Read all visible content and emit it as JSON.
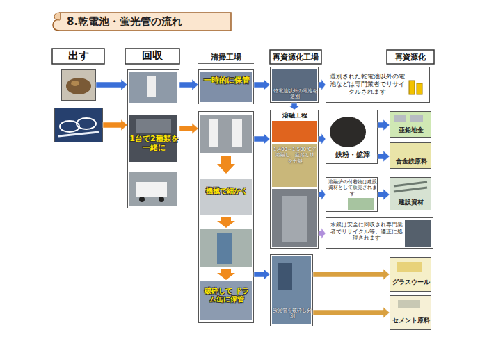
{
  "diagram": {
    "title": "8.乾電池・蛍光管の流れ",
    "nodes": [
      {
        "text": []
      },
      {
        "text": []
      },
      {
        "text": [
          "1台で2種類を一緒に"
        ]
      },
      {
        "text": [
          "一時的に保管"
        ]
      },
      {
        "text": [
          "機械で細かく",
          "破砕して ドラム缶に保管"
        ]
      },
      {
        "text": [
          "乾電池以外の電池を選別"
        ]
      },
      {
        "text": [
          "選別された乾電池以外の電池などは専門業者でリサイクルされます"
        ]
      },
      {
        "text": [
          "溶融工程",
          "1,400～1,500℃で溶融し、亜鉛と鉄を分離"
        ]
      },
      {
        "text": [
          "鉄粉・鉱滓"
        ]
      },
      {
        "text": [
          "亜鉛地金"
        ]
      },
      {
        "text": [
          "合金鉄原料"
        ]
      },
      {
        "text": [
          "溶融炉の付着物は建設資材として販売されます"
        ]
      },
      {
        "text": [
          "建設資材"
        ]
      },
      {
        "text": [
          "水銀は安全に回収され専門業者でリサイクル等、適正に処理されます"
        ]
      },
      {
        "text": [
          "蛍光管を破砕し分別"
        ]
      },
      {
        "text": [
          "グラスウール"
        ]
      },
      {
        "text": [
          "セメント原料"
        ]
      }
    ],
    "edges": [
      {
        "from": 0,
        "to": 2,
        "arrow": "to"
      },
      {
        "from": 1,
        "to": 2,
        "arrow": "to"
      },
      {
        "from": 2,
        "to": 3,
        "arrow": "to"
      },
      {
        "from": 2,
        "to": 4,
        "arrow": "to"
      },
      {
        "from": 3,
        "to": 5,
        "arrow": "to"
      },
      {
        "from": 5,
        "to": 6,
        "arrow": "to"
      },
      {
        "from": 5,
        "to": 7,
        "arrow": "to"
      },
      {
        "from": 4,
        "to": 7,
        "arrow": "to"
      },
      {
        "from": 4,
        "to": 14,
        "arrow": "to"
      },
      {
        "from": 7,
        "to": 8,
        "arrow": "to"
      },
      {
        "from": 8,
        "to": 9,
        "arrow": "to"
      },
      {
        "from": 8,
        "to": 10,
        "arrow": "to"
      },
      {
        "from": 7,
        "to": 11,
        "arrow": "to"
      },
      {
        "from": 11,
        "to": 12,
        "arrow": "to"
      },
      {
        "from": 7,
        "to": 13,
        "arrow": "to"
      },
      {
        "from": 14,
        "to": 15,
        "arrow": "to"
      },
      {
        "from": 14,
        "to": 16,
        "arrow": "to"
      }
    ],
    "labels": [
      "出す",
      "回収",
      "清掃工場",
      "再資源化工場",
      "再資源化"
    ]
  }
}
